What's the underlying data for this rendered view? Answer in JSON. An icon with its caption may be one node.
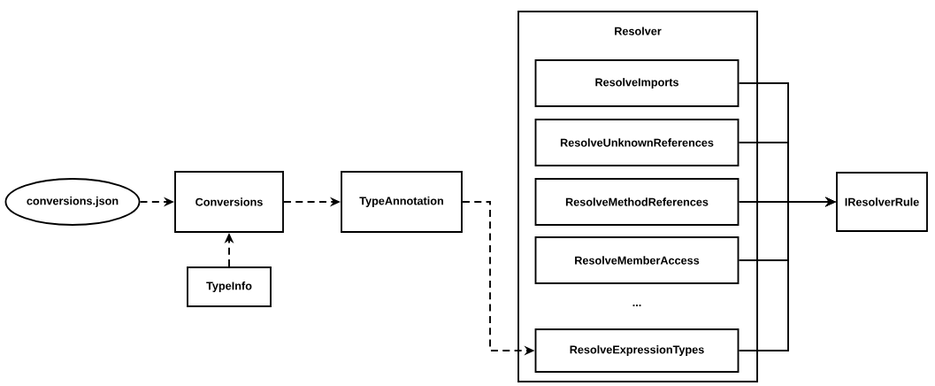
{
  "diagram": {
    "nodes": [
      {
        "text": [
          "conversions.json"
        ]
      },
      {
        "text": [
          "Conversions"
        ]
      },
      {
        "text": [
          "TypeInfo"
        ]
      },
      {
        "text": [
          "TypeAnnotation"
        ]
      },
      {
        "text": [
          "Resolver"
        ]
      },
      {
        "text": [
          "ResolveImports"
        ],
        "in": 4
      },
      {
        "text": [
          "ResolveUnknownReferences"
        ],
        "in": 4
      },
      {
        "text": [
          "ResolveMethodReferences"
        ],
        "in": 4
      },
      {
        "text": [
          "ResolveMemberAccess"
        ],
        "in": 4
      },
      {
        "text": [
          "ResolveExpressionTypes"
        ],
        "in": 4
      },
      {
        "text": [
          "IResolverRule"
        ]
      }
    ],
    "edges": [
      {
        "from": 0,
        "to": 1,
        "arrow": "to",
        "style": "dashed"
      },
      {
        "from": 2,
        "to": 1,
        "arrow": "to",
        "style": "dashed"
      },
      {
        "from": 1,
        "to": 3,
        "arrow": "to",
        "style": "dashed"
      },
      {
        "from": 3,
        "to": 9,
        "arrow": "to",
        "style": "dashed"
      },
      {
        "from": 5,
        "to": 10,
        "arrow": "to"
      },
      {
        "from": 6,
        "to": 10,
        "arrow": "to"
      },
      {
        "from": 7,
        "to": 10,
        "arrow": "to"
      },
      {
        "from": 8,
        "to": 10,
        "arrow": "to"
      },
      {
        "from": 9,
        "to": 10,
        "arrow": "to"
      }
    ],
    "labels": [
      "..."
    ]
  }
}
